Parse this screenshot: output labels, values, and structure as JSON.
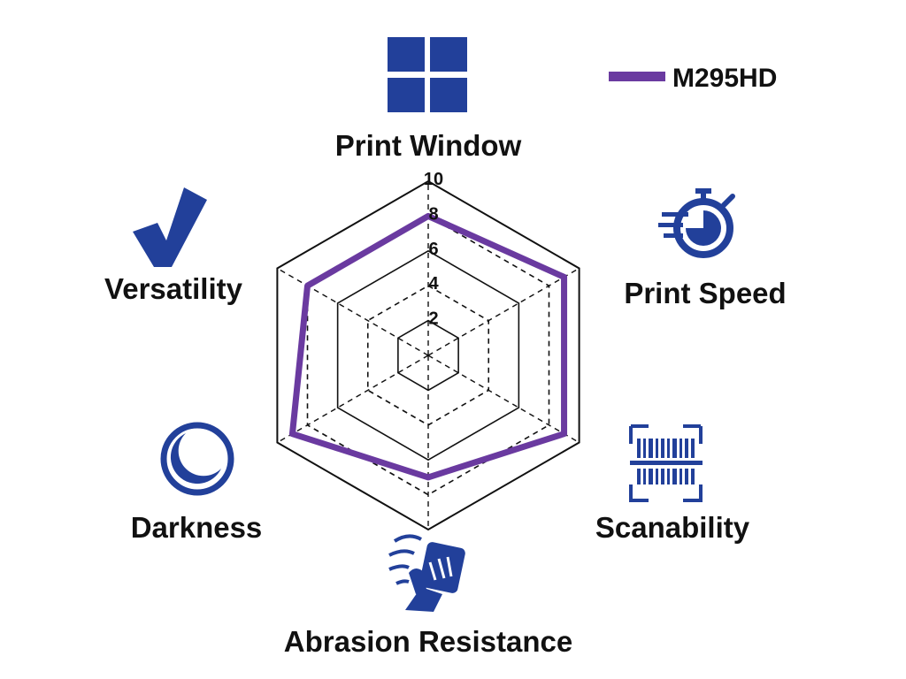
{
  "chart_data": {
    "type": "radar",
    "axes": [
      "Print Window",
      "Print Speed",
      "Scanability",
      "Abrasion Resistance",
      "Darkness",
      "Versatility"
    ],
    "ticks": [
      "2",
      "4",
      "6",
      "8",
      "10"
    ],
    "range": [
      0,
      10
    ],
    "grid": true,
    "series": [
      {
        "name": "M295HD",
        "color": "#6a3aa0",
        "values": [
          8,
          9,
          9,
          7,
          9,
          8
        ]
      }
    ],
    "legend_position": "top-right"
  },
  "colors": {
    "icon": "#22409a",
    "grid": "#111111",
    "series": "#6a3aa0"
  },
  "icons": [
    "windows-grid-icon",
    "stopwatch-icon",
    "barcode-scan-icon",
    "glove-wipe-icon",
    "moon-icon",
    "checkmark-icon"
  ]
}
